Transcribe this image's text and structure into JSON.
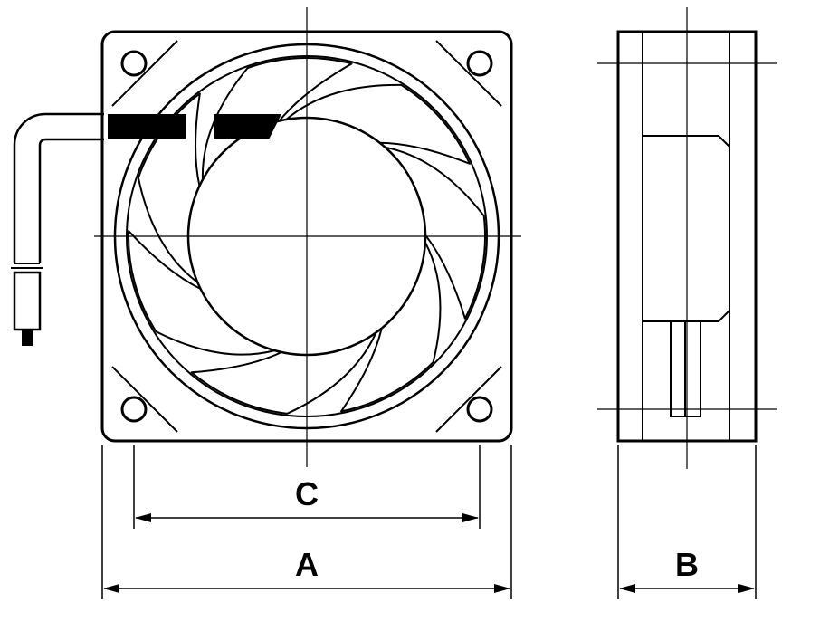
{
  "labels": {
    "a": "A",
    "b": "B",
    "c": "C"
  },
  "colors": {
    "line": "#000000",
    "background": "#ffffff"
  },
  "fan": {
    "blade_count": 7,
    "mounting_hole_count": 4
  }
}
